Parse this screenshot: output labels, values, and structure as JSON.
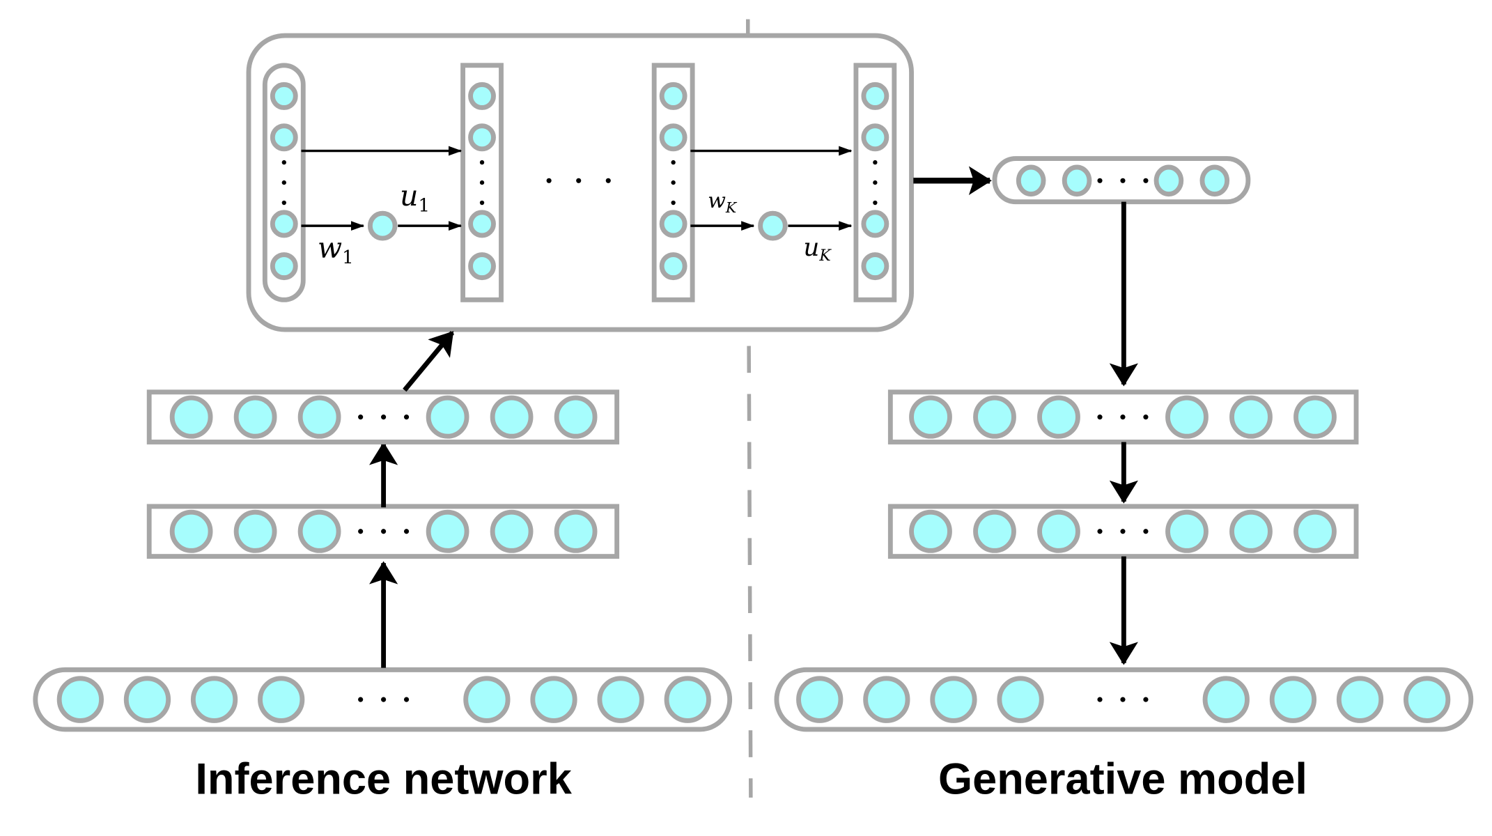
{
  "labels": {
    "inference": "Inference network",
    "generative": "Generative model"
  },
  "flow_labels": {
    "u1": "u",
    "u1_sub": "1",
    "w1": "w",
    "w1_sub": "1",
    "wK": "w",
    "wK_sub": "K",
    "uK": "u",
    "uK_sub": "K"
  },
  "ellipsis": "· · ·",
  "colors": {
    "node_fill": "#a6fdfd",
    "node_stroke": "#a6a6a6",
    "frame_stroke": "#a6a6a6",
    "arrow": "#000000"
  }
}
